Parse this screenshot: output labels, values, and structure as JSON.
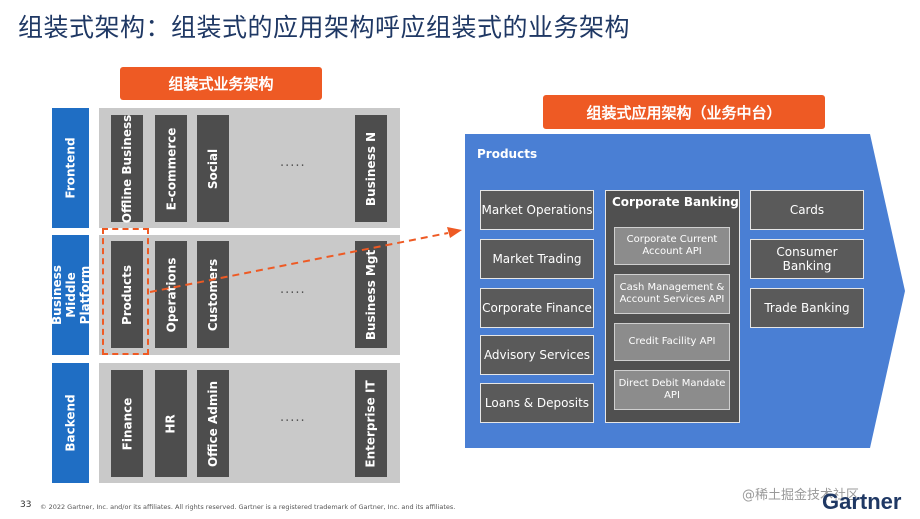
{
  "title": "组装式架构：组装式的应用架构呼应组装式的业务架构",
  "business_arch": {
    "label": "组装式业务架构",
    "rows": [
      {
        "name": "Frontend",
        "columns": [
          "Offline Business",
          "E-commerce",
          "Social",
          "Business N"
        ],
        "ellipsis": "....."
      },
      {
        "name": "Business Middle Platform",
        "columns": [
          "Products",
          "Operations",
          "Customers",
          "Business Mgt"
        ],
        "ellipsis": "....."
      },
      {
        "name": "Backend",
        "columns": [
          "Finance",
          "HR",
          "Office Admin",
          "Enterprise IT"
        ],
        "ellipsis": "....."
      }
    ]
  },
  "app_arch": {
    "label": "组装式应用架构（业务中台）",
    "section_label": "Products",
    "left_items": [
      "Market Operations",
      "Market Trading",
      "Corporate Finance",
      "Advisory Services",
      "Loans & Deposits"
    ],
    "center": {
      "title": "Corporate Banking",
      "apis": [
        "Corporate Current Account API",
        "Cash Management & Account Services API",
        "Credit Facility API",
        "Direct Debit Mandate API"
      ]
    },
    "right_items": [
      "Cards",
      "Consumer Banking",
      "Trade Banking"
    ]
  },
  "footer": {
    "page_number": "33",
    "copyright": "© 2022 Gartner, Inc. and/or its affiliates. All rights reserved. Gartner is a registered trademark of Gartner, Inc. and its affiliates.",
    "watermark": "@稀土掘金技术社区",
    "logo": "Gartner"
  },
  "colors": {
    "accent_orange": "#ee5a24",
    "side_blue": "#1f6ec4",
    "chevron_blue": "#4a7fd4",
    "title_navy": "#1f3864"
  }
}
